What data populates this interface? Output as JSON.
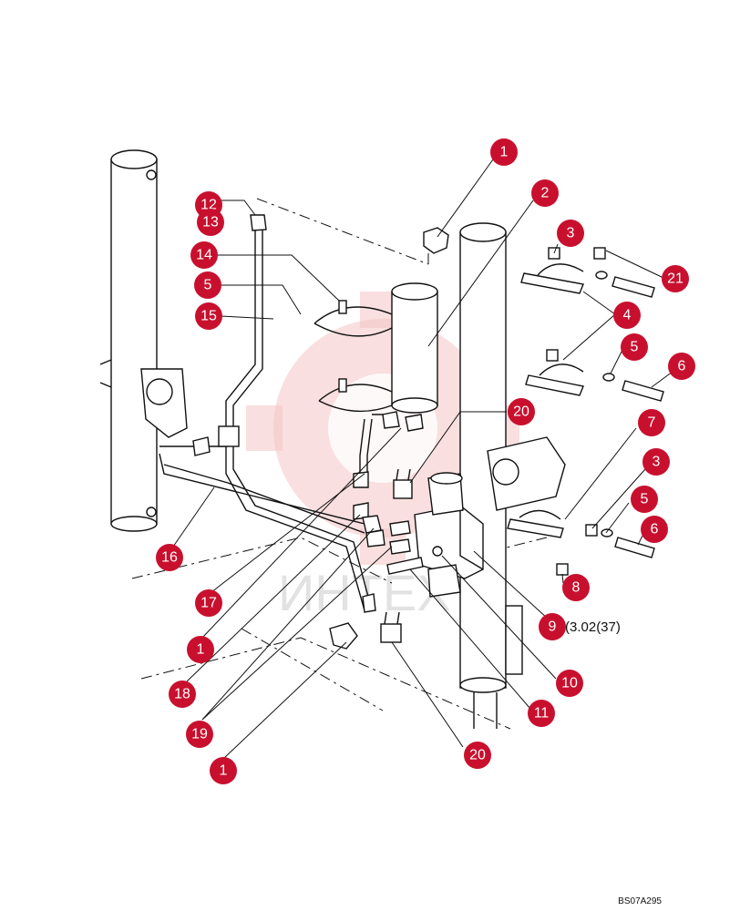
{
  "callouts": [
    "1",
    "2",
    "3",
    "21",
    "4",
    "5",
    "6",
    "7",
    "3",
    "5",
    "6",
    "8",
    "9",
    "10",
    "11",
    "20",
    "20",
    "12",
    "13",
    "14",
    "5",
    "15",
    "16",
    "17",
    "1",
    "18",
    "19",
    "1"
  ],
  "reference_text": "(3.02(37)",
  "figure_code": "BS07A295",
  "watermark_text": "ИНТЕХ",
  "colors": {
    "callout": "#c8102e",
    "watermark": "#f4c4c4",
    "ink": "#111111"
  }
}
